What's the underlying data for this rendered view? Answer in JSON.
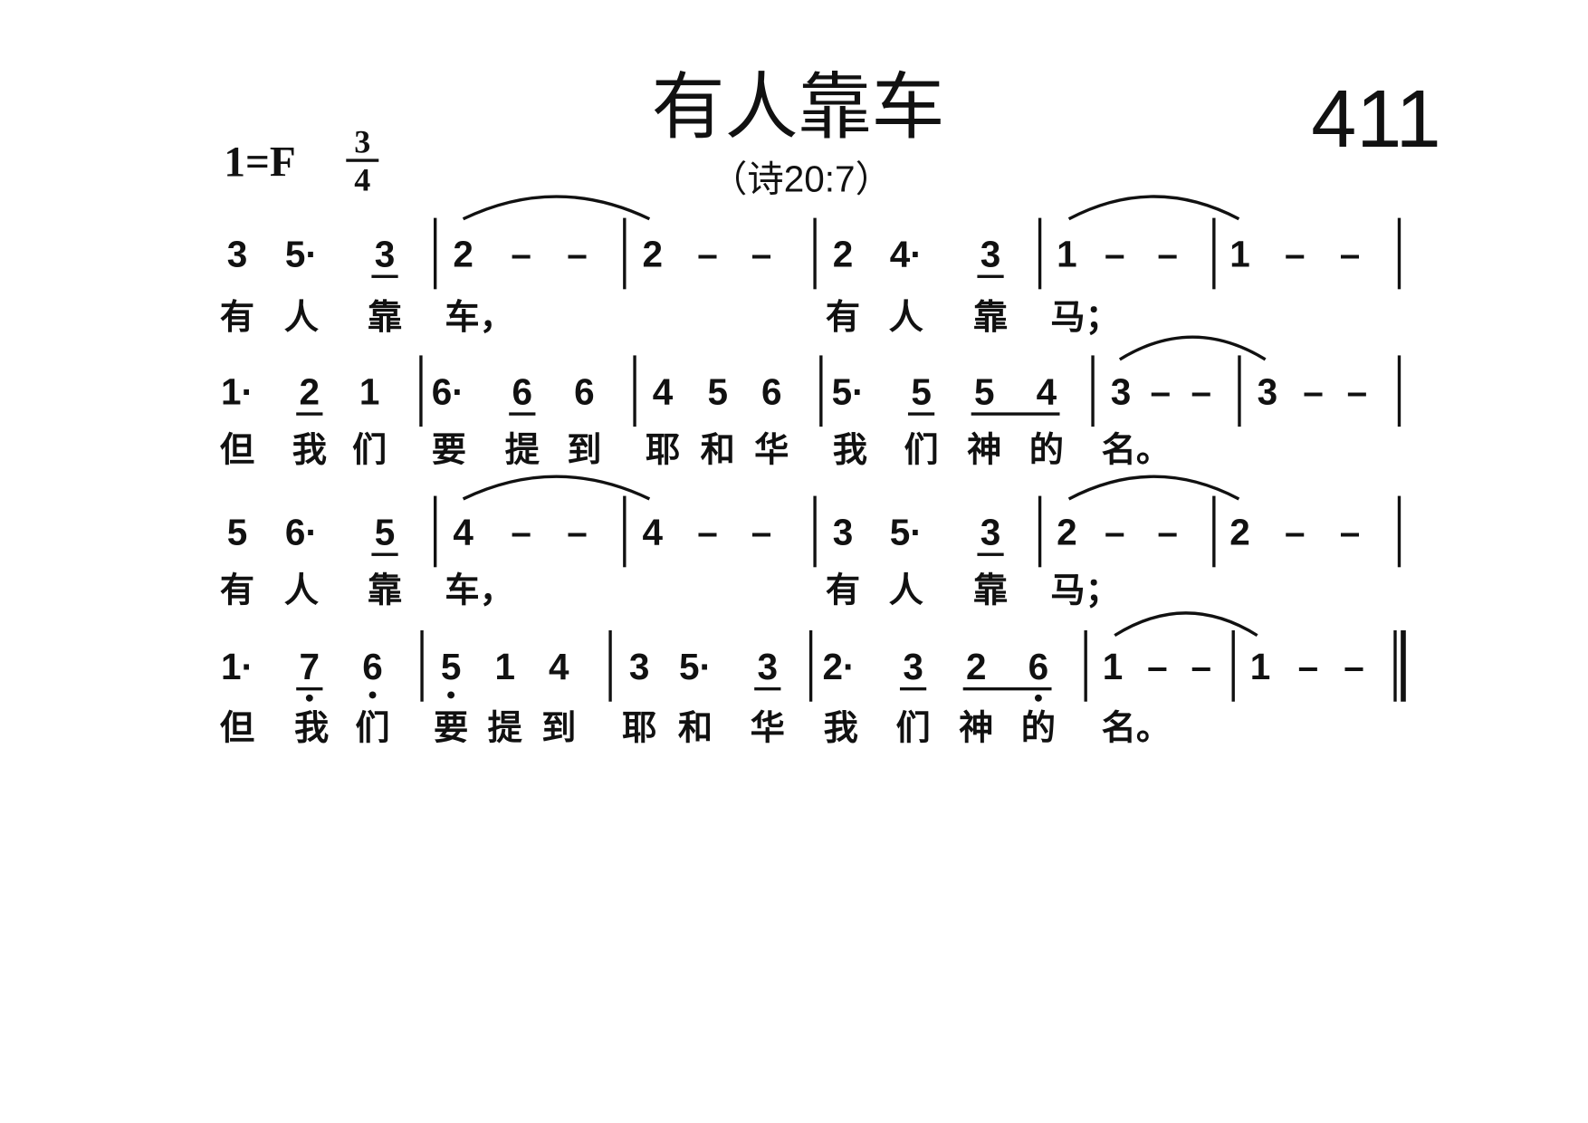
{
  "header": {
    "title": "有人靠车",
    "reference": "（诗20:7）",
    "hymn_number": "411",
    "key": "1=F",
    "time_top": "3",
    "time_bottom": "4"
  },
  "rows": [
    {
      "notes": [
        {
          "n": "3"
        },
        {
          "n": "5",
          "aug": true
        },
        {
          "n": "3",
          "u": true
        },
        {
          "bar": 1
        },
        {
          "n": "2"
        },
        {
          "n": "–"
        },
        {
          "n": "–"
        },
        {
          "bar": 1
        },
        {
          "n": "2"
        },
        {
          "n": "–"
        },
        {
          "n": "–"
        },
        {
          "bar": 1
        },
        {
          "n": "2"
        },
        {
          "n": "4",
          "aug": true
        },
        {
          "n": "3",
          "u": true
        },
        {
          "bar": 1
        },
        {
          "n": "1"
        },
        {
          "n": "–"
        },
        {
          "n": "–"
        },
        {
          "bar": 1
        },
        {
          "n": "1"
        },
        {
          "n": "–"
        },
        {
          "n": "–"
        },
        {
          "bar": 1
        }
      ],
      "lyrics": [
        "有",
        "人",
        "靠",
        "车，",
        "有",
        "人",
        "靠",
        "马；"
      ]
    },
    {
      "notes": [
        {
          "n": "1",
          "aug": true
        },
        {
          "n": "2",
          "u": true
        },
        {
          "n": "1"
        },
        {
          "bar": 1
        },
        {
          "n": "6",
          "aug": true
        },
        {
          "n": "6",
          "u": true
        },
        {
          "n": "6"
        },
        {
          "bar": 1
        },
        {
          "n": "4"
        },
        {
          "n": "5"
        },
        {
          "n": "6"
        },
        {
          "bar": 1
        },
        {
          "n": "5",
          "aug": true
        },
        {
          "n": "5",
          "u": true
        },
        {
          "n": "5",
          "beam": true
        },
        {
          "n": "4"
        },
        {
          "bar": 1
        },
        {
          "n": "3"
        },
        {
          "n": "–"
        },
        {
          "n": "–"
        },
        {
          "bar": 1
        },
        {
          "n": "3"
        },
        {
          "n": "–"
        },
        {
          "n": "–"
        },
        {
          "bar": 1
        }
      ],
      "lyrics": [
        "但",
        "我",
        "们",
        "要",
        "提",
        "到",
        "耶",
        "和",
        "华",
        "我",
        "们",
        "神",
        "的",
        "名。"
      ]
    },
    {
      "notes": [
        {
          "n": "5"
        },
        {
          "n": "6",
          "aug": true
        },
        {
          "n": "5",
          "u": true
        },
        {
          "bar": 1
        },
        {
          "n": "4"
        },
        {
          "n": "–"
        },
        {
          "n": "–"
        },
        {
          "bar": 1
        },
        {
          "n": "4"
        },
        {
          "n": "–"
        },
        {
          "n": "–"
        },
        {
          "bar": 1
        },
        {
          "n": "3"
        },
        {
          "n": "5",
          "aug": true
        },
        {
          "n": "3",
          "u": true
        },
        {
          "bar": 1
        },
        {
          "n": "2"
        },
        {
          "n": "–"
        },
        {
          "n": "–"
        },
        {
          "bar": 1
        },
        {
          "n": "2"
        },
        {
          "n": "–"
        },
        {
          "n": "–"
        },
        {
          "bar": 1
        }
      ],
      "lyrics": [
        "有",
        "人",
        "靠",
        "车，",
        "有",
        "人",
        "靠",
        "马；"
      ]
    },
    {
      "notes": [
        {
          "n": "1",
          "aug": true
        },
        {
          "n": "7",
          "u": true,
          "low": true
        },
        {
          "n": "6",
          "low": true
        },
        {
          "bar": 1
        },
        {
          "n": "5",
          "low": true
        },
        {
          "n": "1"
        },
        {
          "n": "4"
        },
        {
          "bar": 1
        },
        {
          "n": "3"
        },
        {
          "n": "5",
          "aug": true
        },
        {
          "n": "3",
          "u": true
        },
        {
          "bar": 1
        },
        {
          "n": "2",
          "aug": true
        },
        {
          "n": "3",
          "u": true
        },
        {
          "n": "2",
          "beam": true
        },
        {
          "n": "6",
          "low": true
        },
        {
          "bar": 1
        },
        {
          "n": "1"
        },
        {
          "n": "–"
        },
        {
          "n": "–"
        },
        {
          "bar": 1
        },
        {
          "n": "1"
        },
        {
          "n": "–"
        },
        {
          "n": "–"
        },
        {
          "bar": 2
        }
      ],
      "lyrics": [
        "但",
        "我",
        "们",
        "要",
        "提",
        "到",
        "耶",
        "和",
        "华",
        "我",
        "们",
        "神",
        "的",
        "名。"
      ]
    }
  ]
}
